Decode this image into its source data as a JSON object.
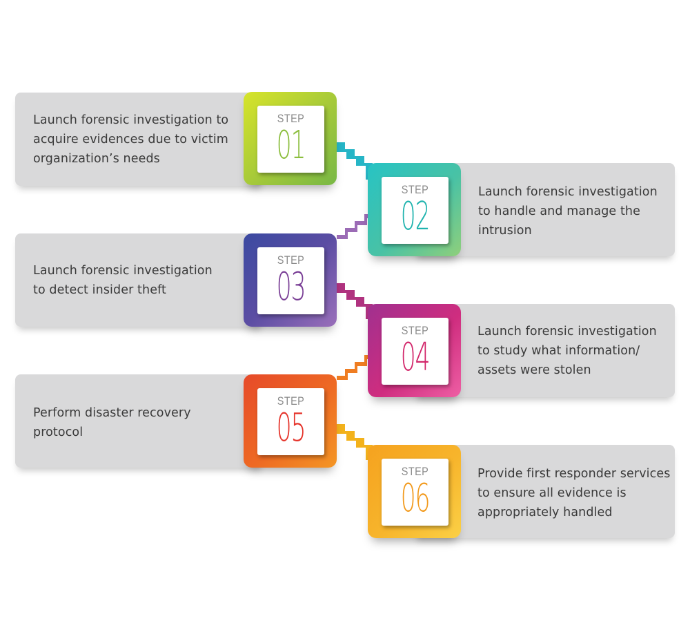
{
  "steps": [
    {
      "label": "STEP",
      "number": "01",
      "text": "Launch forensic investigation to\nacquire evidences due to victim\norganization’s needs",
      "color": "#9dc135"
    },
    {
      "label": "STEP",
      "number": "02",
      "text": "Launch forensic investigation\nto handle and manage the\nintrusion",
      "color": "#1fb3ae"
    },
    {
      "label": "STEP",
      "number": "03",
      "text": "Launch forensic investigation\nto detect insider theft",
      "color": "#7a3f96"
    },
    {
      "label": "STEP",
      "number": "04",
      "text": "Launch forensic investigation\nto study what information/\nassets were stolen",
      "color": "#d2266a"
    },
    {
      "label": "STEP",
      "number": "05",
      "text": "Perform disaster recovery\nprotocol",
      "color": "#e5332a"
    },
    {
      "label": "STEP",
      "number": "06",
      "text": "Provide first responder services\nto ensure all evidence is\nappropriately handled",
      "color": "#f29a1d"
    }
  ]
}
